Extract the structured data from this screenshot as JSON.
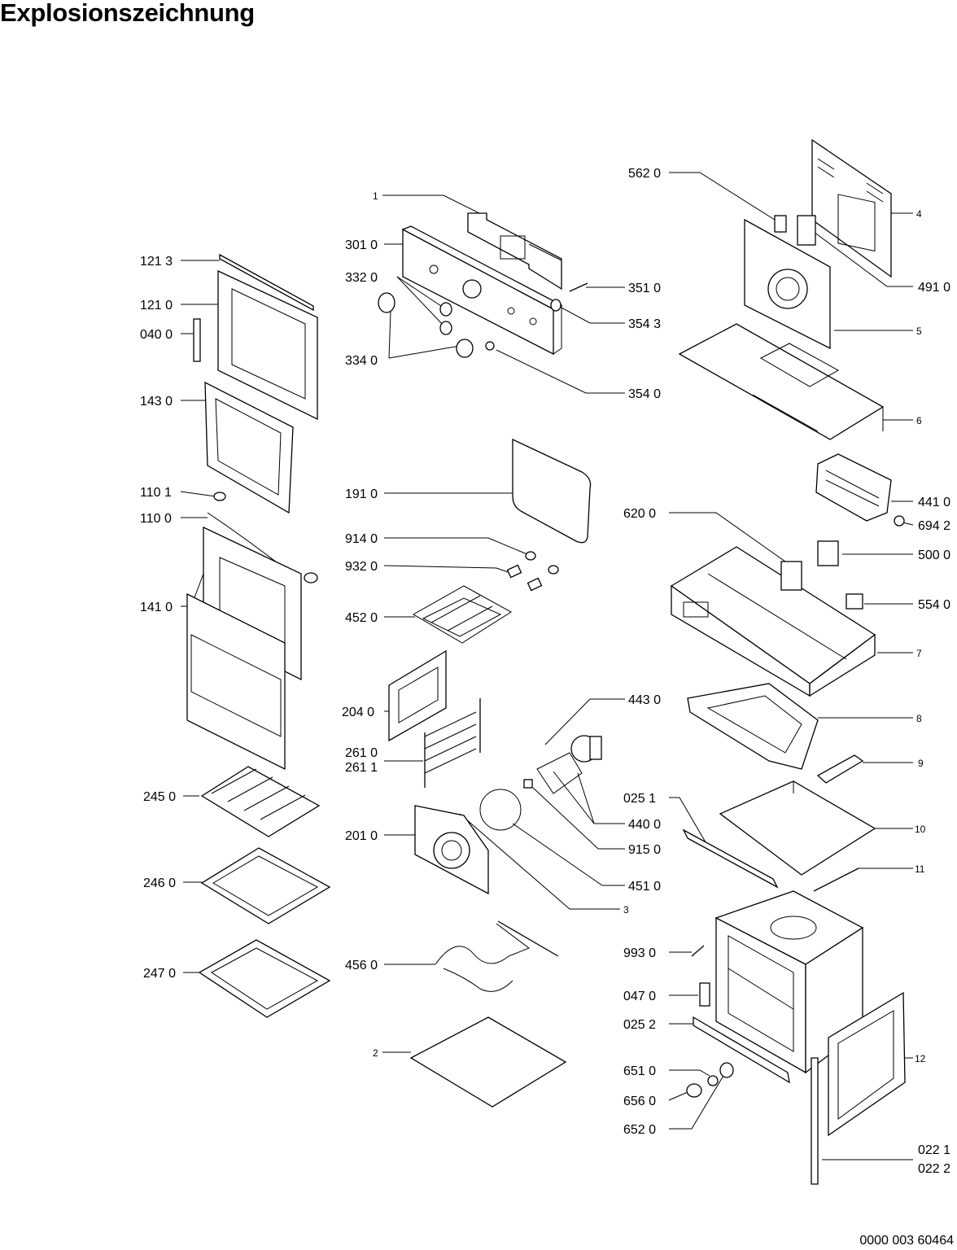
{
  "title": "Explosionszeichnung",
  "doc_number": "0000 003 60464",
  "callouts": [
    {
      "id": "1",
      "label": "1"
    },
    {
      "id": "301_0",
      "label": "301 0"
    },
    {
      "id": "332_0",
      "label": "332 0"
    },
    {
      "id": "334_0",
      "label": "334 0"
    },
    {
      "id": "351_0",
      "label": "351 0"
    },
    {
      "id": "354_3",
      "label": "354 3"
    },
    {
      "id": "354_0",
      "label": "354 0"
    },
    {
      "id": "562_0",
      "label": "562 0"
    },
    {
      "id": "4",
      "label": "4"
    },
    {
      "id": "491_0",
      "label": "491 0"
    },
    {
      "id": "5",
      "label": "5"
    },
    {
      "id": "6",
      "label": "6"
    },
    {
      "id": "121_3",
      "label": "121 3"
    },
    {
      "id": "121_0",
      "label": "121 0"
    },
    {
      "id": "040_0",
      "label": "040 0"
    },
    {
      "id": "143_0",
      "label": "143 0"
    },
    {
      "id": "110_1",
      "label": "110 1"
    },
    {
      "id": "110_0",
      "label": "110 0"
    },
    {
      "id": "141_0",
      "label": "141 0"
    },
    {
      "id": "191_0",
      "label": "191 0"
    },
    {
      "id": "914_0",
      "label": "914 0"
    },
    {
      "id": "932_0",
      "label": "932 0"
    },
    {
      "id": "452_0",
      "label": "452 0"
    },
    {
      "id": "441_0",
      "label": "441 0"
    },
    {
      "id": "694_2",
      "label": "694 2"
    },
    {
      "id": "620_0",
      "label": "620 0"
    },
    {
      "id": "500_0",
      "label": "500 0"
    },
    {
      "id": "554_0",
      "label": "554 0"
    },
    {
      "id": "7",
      "label": "7"
    },
    {
      "id": "8",
      "label": "8"
    },
    {
      "id": "9",
      "label": "9"
    },
    {
      "id": "204_0",
      "label": "204 0"
    },
    {
      "id": "261_0",
      "label": "261 0"
    },
    {
      "id": "261_1",
      "label": "261 1"
    },
    {
      "id": "443_0",
      "label": "443 0"
    },
    {
      "id": "245_0",
      "label": "245 0"
    },
    {
      "id": "201_0",
      "label": "201 0"
    },
    {
      "id": "025_1",
      "label": "025 1"
    },
    {
      "id": "440_0",
      "label": "440 0"
    },
    {
      "id": "915_0",
      "label": "915 0"
    },
    {
      "id": "10",
      "label": "10"
    },
    {
      "id": "11",
      "label": "11"
    },
    {
      "id": "246_0",
      "label": "246 0"
    },
    {
      "id": "451_0",
      "label": "451 0"
    },
    {
      "id": "3",
      "label": "3"
    },
    {
      "id": "993_0",
      "label": "993 0"
    },
    {
      "id": "247_0",
      "label": "247 0"
    },
    {
      "id": "456_0",
      "label": "456 0"
    },
    {
      "id": "047_0",
      "label": "047 0"
    },
    {
      "id": "025_2",
      "label": "025 2"
    },
    {
      "id": "12",
      "label": "12"
    },
    {
      "id": "2",
      "label": "2"
    },
    {
      "id": "651_0",
      "label": "651 0"
    },
    {
      "id": "656_0",
      "label": "656 0"
    },
    {
      "id": "652_0",
      "label": "652 0"
    },
    {
      "id": "022_1",
      "label": "022 1"
    },
    {
      "id": "022_2",
      "label": "022 2"
    }
  ]
}
